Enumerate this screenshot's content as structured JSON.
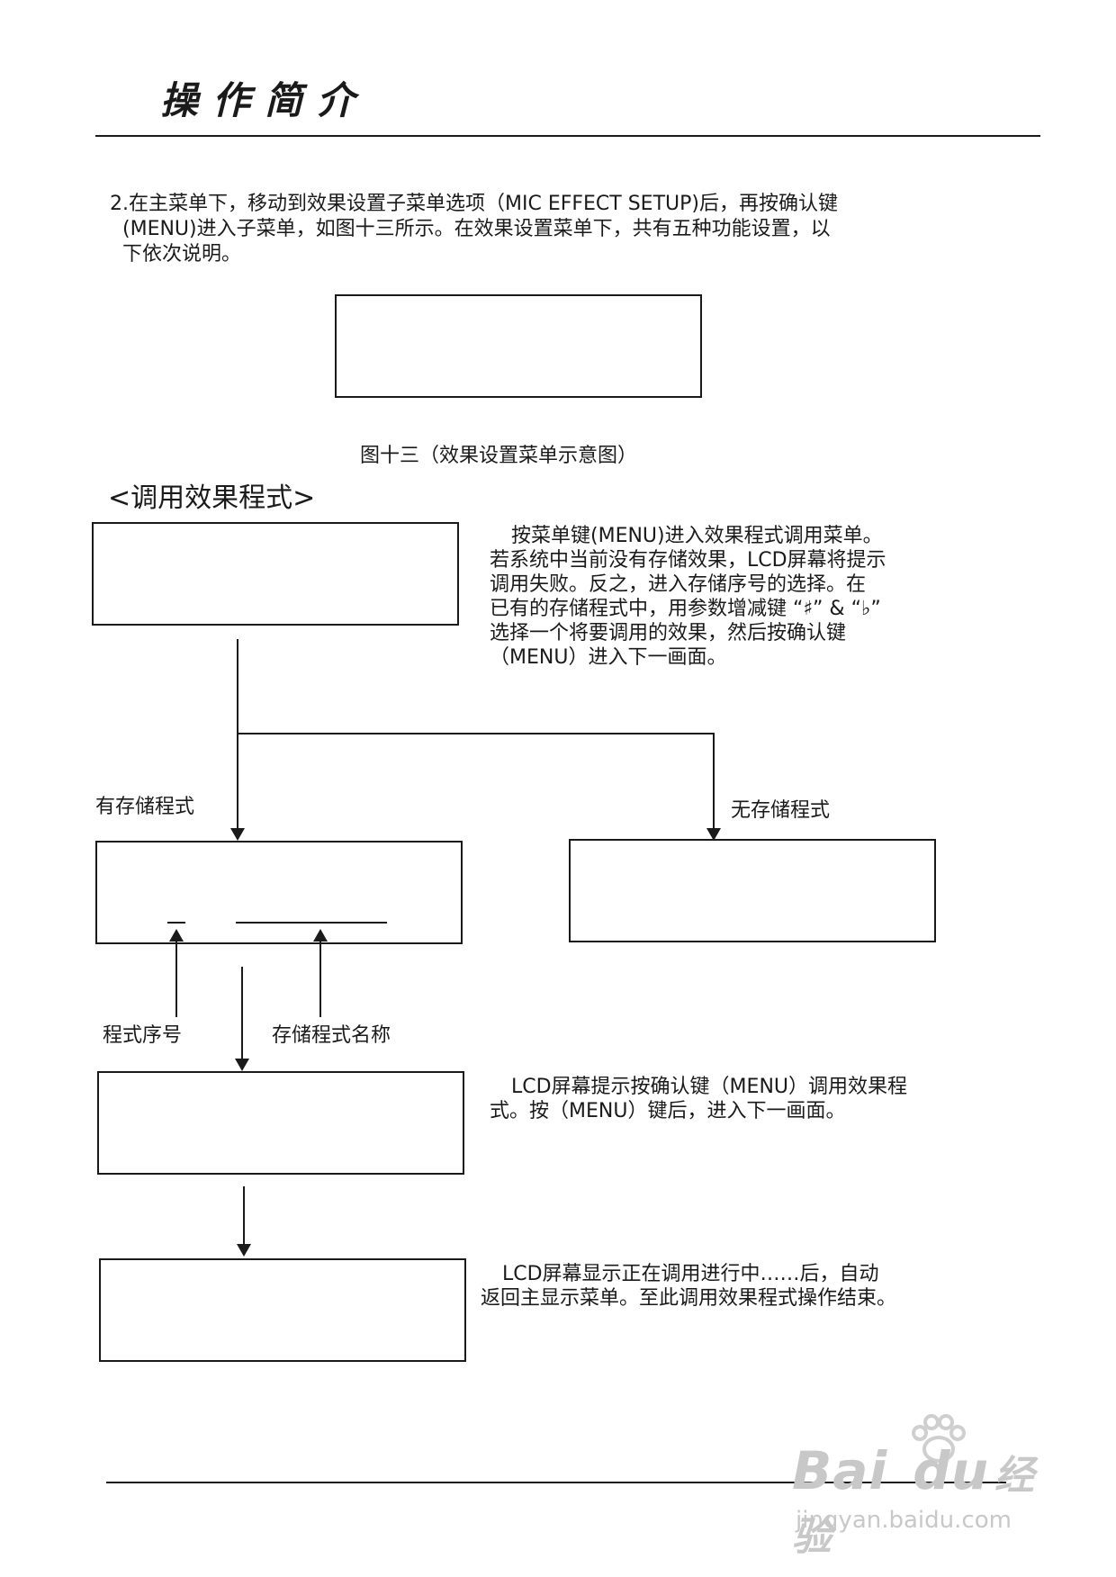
{
  "header": {
    "title": "操作简介"
  },
  "intro": {
    "line1": "2.在主菜单下，移动到效果设置子菜单选项（MIC EFFECT SETUP)后，再按确认键",
    "line2": "(MENU)进入子菜单，如图十三所示。在效果设置菜单下，共有五种功能设置，以",
    "line3": "下依次说明。"
  },
  "figure13": {
    "caption": "图十三（效果设置菜单示意图）"
  },
  "section": {
    "heading": "<调用效果程式>"
  },
  "step1_note": {
    "line1": "按菜单键(MENU)进入效果程式调用菜单。",
    "line2": "若系统中当前没有存储效果，LCD屏幕将提示",
    "line3": "调用失败。反之，进入存储序号的选择。在",
    "line4": "已有的存储程式中，用参数增减键 “♯” & “♭”",
    "line5": "选择一个将要调用的效果，然后按确认键",
    "line6": "（MENU）进入下一画面。"
  },
  "branches": {
    "has_stored": "有存储程式",
    "no_stored": "无存储程式"
  },
  "pointers": {
    "program_number": "程式序号",
    "stored_name": "存储程式名称"
  },
  "step3_note": {
    "line1": "LCD屏幕提示按确认键（MENU）调用效果程",
    "line2": "式。按（MENU）键后，进入下一画面。"
  },
  "step4_note": {
    "line1": "LCD屏幕显示正在调用进行中……后，自动",
    "line2": "返回主显示菜单。至此调用效果程式操作结束。"
  },
  "watermark": {
    "brand": "Bai",
    "brand2": "du",
    "brand3": "经验",
    "url": "jingyan.baidu.com"
  }
}
